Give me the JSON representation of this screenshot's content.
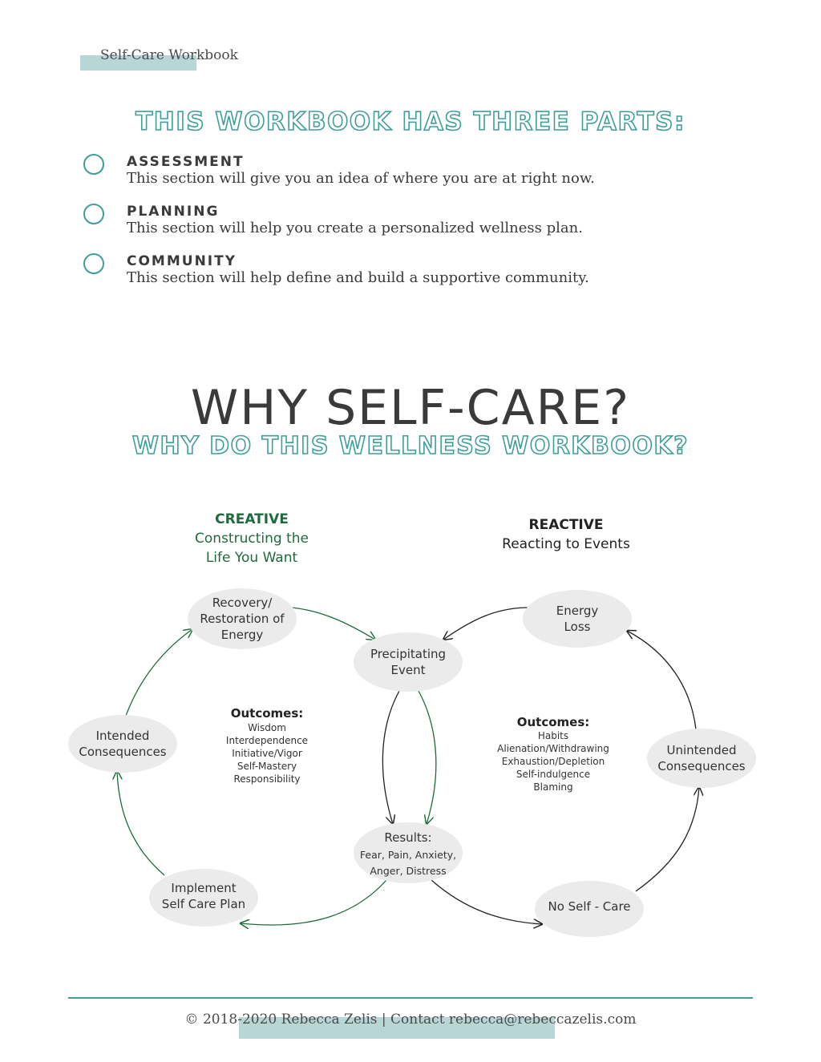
{
  "header": {
    "label": "Self-Care Workbook"
  },
  "parts_title": "THIS WORKBOOK HAS THREE PARTS:",
  "parts": [
    {
      "name": "ASSESSMENT",
      "desc": "This section will give you an idea of where you are at right now."
    },
    {
      "name": "PLANNING",
      "desc": "This section will help you create a personalized wellness plan."
    },
    {
      "name": "COMMUNITY",
      "desc": "This section will help define and build a supportive community."
    }
  ],
  "why_title": "WHY SELF-CARE?",
  "why_subtitle": "WHY DO THIS WELLNESS WORKBOOK?",
  "diagram": {
    "creative": {
      "title": "CREATIVE",
      "line1": "Constructing the",
      "line2": "Life You Want"
    },
    "reactive": {
      "title": "REACTIVE",
      "line1": "Reacting to Events"
    },
    "nodes": {
      "recovery": [
        "Recovery/",
        "Restoration of",
        "Energy"
      ],
      "precipitating": [
        "Precipitating",
        "Event"
      ],
      "energy_loss": [
        "Energy",
        "Loss"
      ],
      "intended": [
        "Intended",
        "Consequences"
      ],
      "unintended": [
        "Unintended",
        "Consequences"
      ],
      "results_title": "Results:",
      "results": [
        "Fear, Pain, Anxiety,",
        "Anger, Distress"
      ],
      "implement": [
        "Implement",
        "Self Care Plan"
      ],
      "no_self_care": "No Self - Care"
    },
    "outcomes_left": {
      "title": "Outcomes:",
      "items": [
        "Wisdom",
        "Interdependence",
        "Initiative/Vigor",
        "Self-Mastery",
        "Responsibility"
      ]
    },
    "outcomes_right": {
      "title": "Outcomes:",
      "items": [
        "Habits",
        "Alienation/Withdrawing",
        "Exhaustion/Depletion",
        "Self-indulgence",
        "Blaming"
      ]
    }
  },
  "footer": {
    "text": "© 2018-2020 Rebecca Zelis | Contact rebecca@rebeccazelis.com"
  },
  "colors": {
    "teal": "#3f9e9a",
    "teal_light": "#b9d6d6",
    "green": "#1e6b3c",
    "node_fill": "#ebebeb",
    "dark": "#3a3a3a"
  }
}
